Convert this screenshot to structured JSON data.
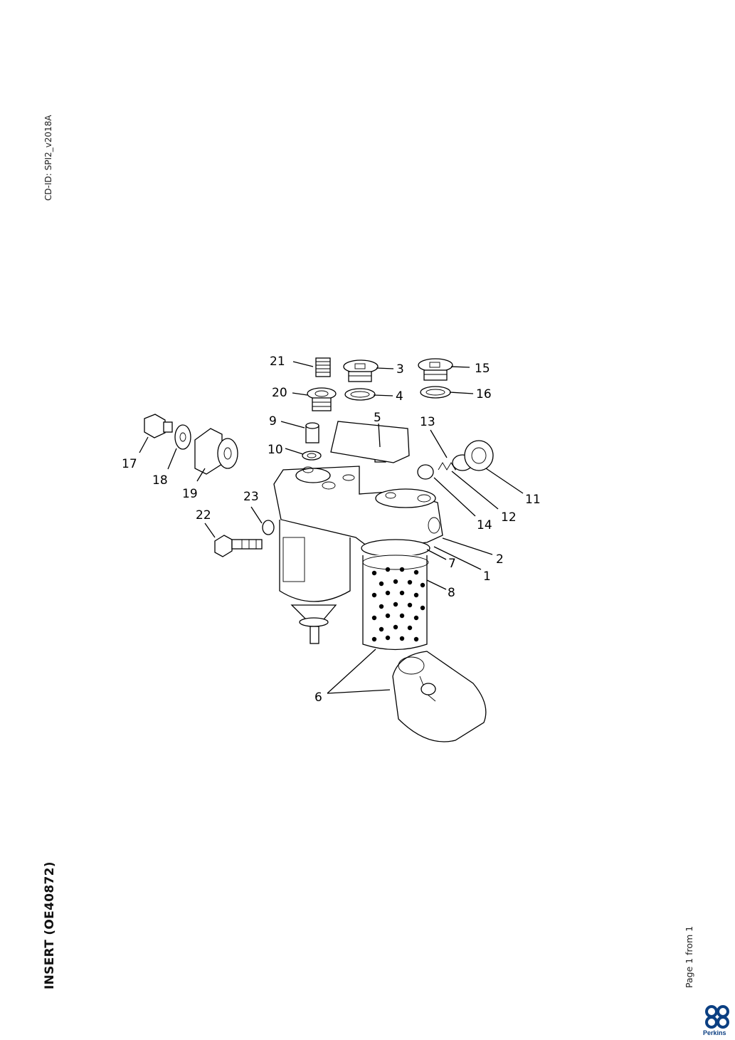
{
  "document": {
    "cd_id": "CD-ID: SPI2_v2018A",
    "title": "INSERT (OE40872)",
    "page_info": "Page 1 from 1",
    "brand": "Perkins"
  },
  "callouts": [
    "21",
    "3",
    "15",
    "20",
    "4",
    "16",
    "9",
    "5",
    "13",
    "17",
    "10",
    "18",
    "19",
    "11",
    "23",
    "14",
    "12",
    "22",
    "2",
    "7",
    "1",
    "8",
    "6"
  ],
  "colors": {
    "brand_blue": "#0b3f82",
    "line": "#000000"
  }
}
